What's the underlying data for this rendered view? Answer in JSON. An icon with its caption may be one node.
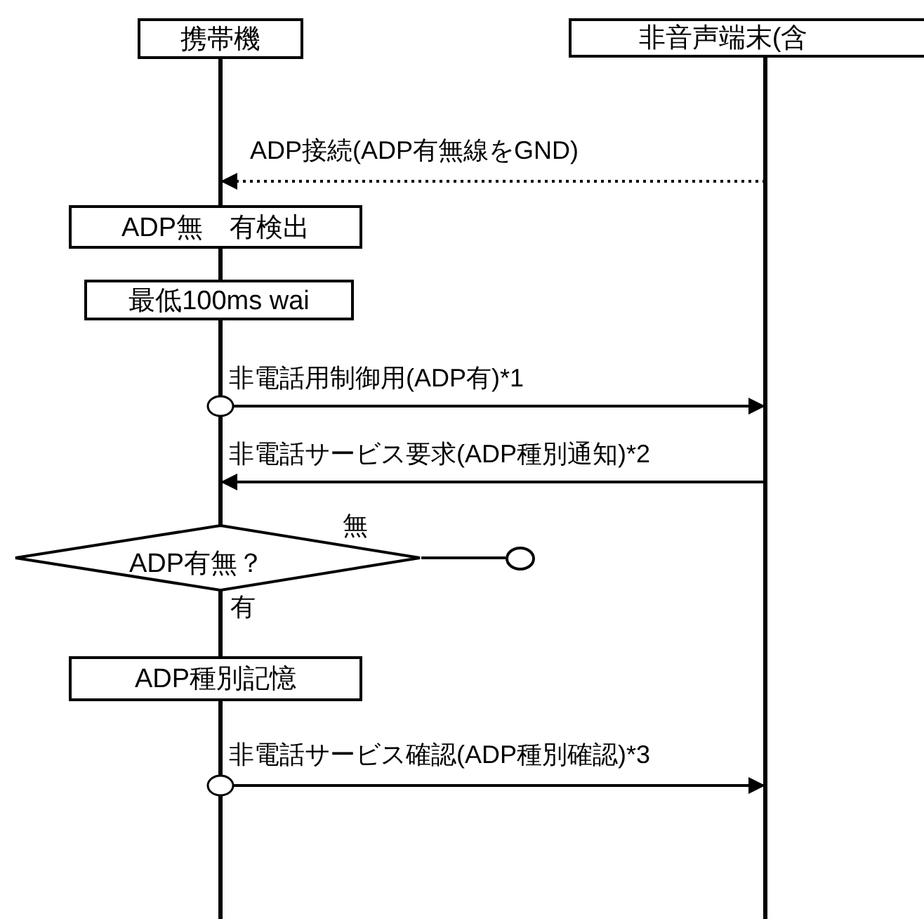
{
  "diagram": {
    "nodes": [
      {
        "text": [
          "携帯機"
        ]
      },
      {
        "text": [
          "非音声端末(含"
        ]
      },
      {
        "text": [
          "ADP無　有検出"
        ]
      },
      {
        "text": [
          "最低100ms wai"
        ]
      },
      {
        "text": [
          "ADP有無？"
        ]
      },
      {
        "text": [
          "ADP種別記憶"
        ]
      },
      {
        "text": [],
        "shape": "circle"
      }
    ],
    "edges": [
      {
        "from": 1,
        "to": 0,
        "arrow": "to",
        "label": "ADP接続(ADP有無線をGND)",
        "style": "dashed"
      },
      {
        "from": 0,
        "to": 1,
        "arrow": "to",
        "label": "非電話用制御用(ADP有)*1"
      },
      {
        "from": 1,
        "to": 0,
        "arrow": "to",
        "label": "非電話サービス要求(ADP種別通知)*2"
      },
      {
        "from": 4,
        "to": 6,
        "arrow": "none",
        "label": "無"
      },
      {
        "from": 0,
        "to": 1,
        "arrow": "to",
        "label": "非電話サービス確認(ADP種別確認)*3"
      }
    ],
    "labels": [
      "有"
    ]
  }
}
